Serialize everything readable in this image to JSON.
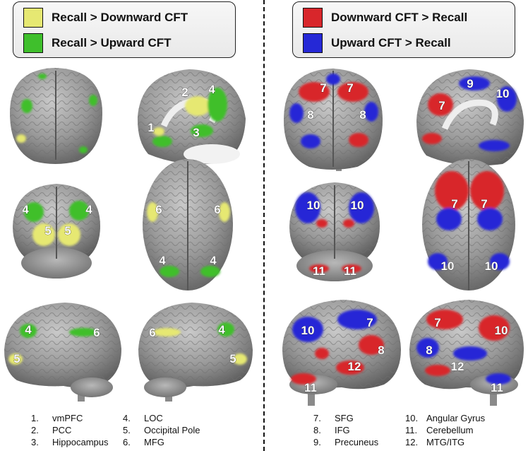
{
  "left_legend": {
    "items": [
      {
        "label": "Recall > Downward CFT",
        "color": "#e6e872"
      },
      {
        "label": "Recall > Upward CFT",
        "color": "#3fbf2c"
      }
    ]
  },
  "right_legend": {
    "items": [
      {
        "label": "Downward CFT > Recall",
        "color": "#d8262b"
      },
      {
        "label": "Upward CFT > Recall",
        "color": "#2528d6"
      }
    ]
  },
  "left_panels": [
    {
      "view": "anterior",
      "labels": []
    },
    {
      "view": "medial",
      "labels": [
        "2",
        "4",
        "1",
        "3"
      ]
    },
    {
      "view": "posterior",
      "labels": [
        "4",
        "4",
        "5",
        "5"
      ]
    },
    {
      "view": "superior",
      "labels": [
        "6",
        "6",
        "4",
        "4"
      ]
    },
    {
      "view": "lateral-left",
      "labels": [
        "4",
        "6",
        "5"
      ]
    },
    {
      "view": "lateral-right",
      "labels": [
        "6",
        "4",
        "5"
      ]
    }
  ],
  "right_panels": [
    {
      "view": "anterior",
      "labels": [
        "7",
        "7",
        "8",
        "8"
      ]
    },
    {
      "view": "medial",
      "labels": [
        "9",
        "10",
        "7"
      ]
    },
    {
      "view": "posterior",
      "labels": [
        "10",
        "10",
        "11",
        "11"
      ]
    },
    {
      "view": "superior",
      "labels": [
        "7",
        "7",
        "10",
        "10"
      ]
    },
    {
      "view": "lateral-left",
      "labels": [
        "10",
        "7",
        "8",
        "12",
        "11"
      ]
    },
    {
      "view": "lateral-right",
      "labels": [
        "7",
        "10",
        "8",
        "12",
        "11"
      ]
    }
  ],
  "key_left": [
    {
      "no": "1.",
      "name": "vmPFC"
    },
    {
      "no": "2.",
      "name": "PCC"
    },
    {
      "no": "3.",
      "name": "Hippocampus"
    },
    {
      "no": "4.",
      "name": "LOC"
    },
    {
      "no": "5.",
      "name": "Occipital Pole"
    },
    {
      "no": "6.",
      "name": "MFG"
    }
  ],
  "key_right": [
    {
      "no": "7.",
      "name": "SFG"
    },
    {
      "no": "8.",
      "name": "IFG"
    },
    {
      "no": "9.",
      "name": "Precuneus"
    },
    {
      "no": "10.",
      "name": "Angular Gyrus"
    },
    {
      "no": "11.",
      "name": "Cerebellum"
    },
    {
      "no": "12.",
      "name": "MTG/ITG"
    }
  ]
}
